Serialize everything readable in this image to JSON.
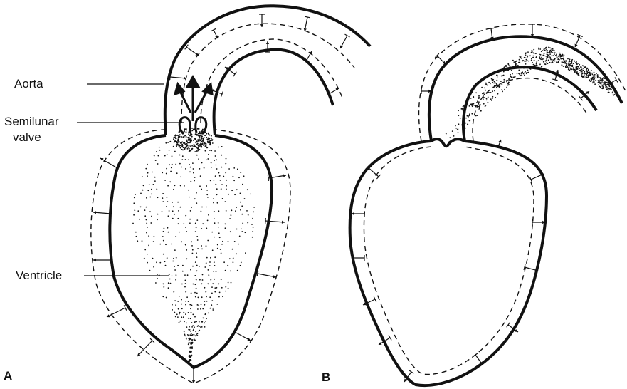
{
  "figure": {
    "labels": {
      "aorta": "Aorta",
      "semilunar_line1": "Semilunar",
      "semilunar_line2": "valve",
      "ventricle": "Ventricle"
    },
    "panels": {
      "a": "A",
      "b": "B"
    },
    "colors": {
      "ink": "#111111",
      "background": "#ffffff"
    }
  }
}
